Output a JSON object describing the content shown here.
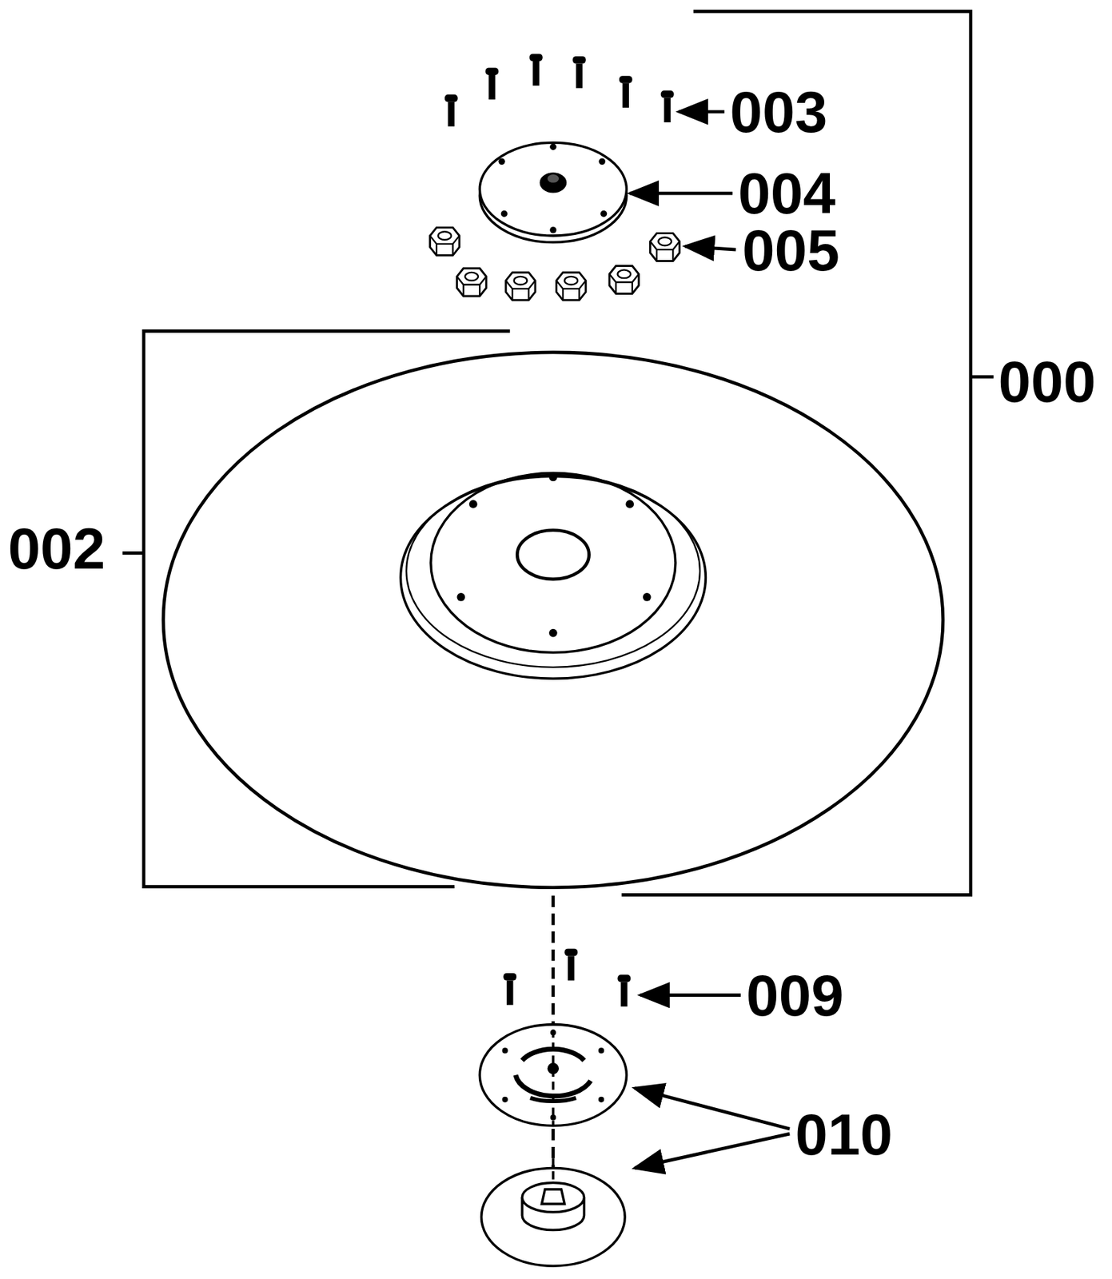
{
  "diagram": {
    "labels": [
      "003",
      "004",
      "005",
      "000",
      "002",
      "009",
      "010"
    ]
  }
}
